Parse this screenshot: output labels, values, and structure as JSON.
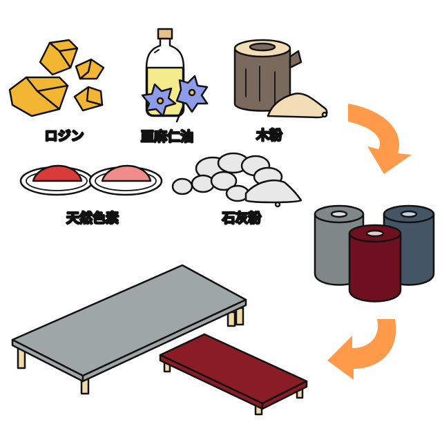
{
  "ingredients": {
    "rosin": {
      "label": "ロジン",
      "color": "#F2B632"
    },
    "linseed_oil": {
      "label": "亜麻仁油",
      "color": "#F4EC8C",
      "flower_color": "#8E9BE8"
    },
    "wood_flour": {
      "label": "木粉",
      "color": "#7A6A5E",
      "powder_color": "#F2DDB6"
    },
    "natural_pigment": {
      "label": "天然色素",
      "colors": [
        "#D93A3A",
        "#F08C8C"
      ]
    },
    "limestone_powder": {
      "label": "石灰粉",
      "color": "#E8E8E8"
    }
  },
  "rolls": {
    "colors": [
      "#7F8788",
      "#445566",
      "#6E1020"
    ]
  },
  "products": {
    "large_mat_color": "#9FA6A6",
    "small_mat_color": "#8A1C26",
    "leg_color": "#F0D9A8"
  },
  "arrows": {
    "color": "#FF9A4A"
  }
}
